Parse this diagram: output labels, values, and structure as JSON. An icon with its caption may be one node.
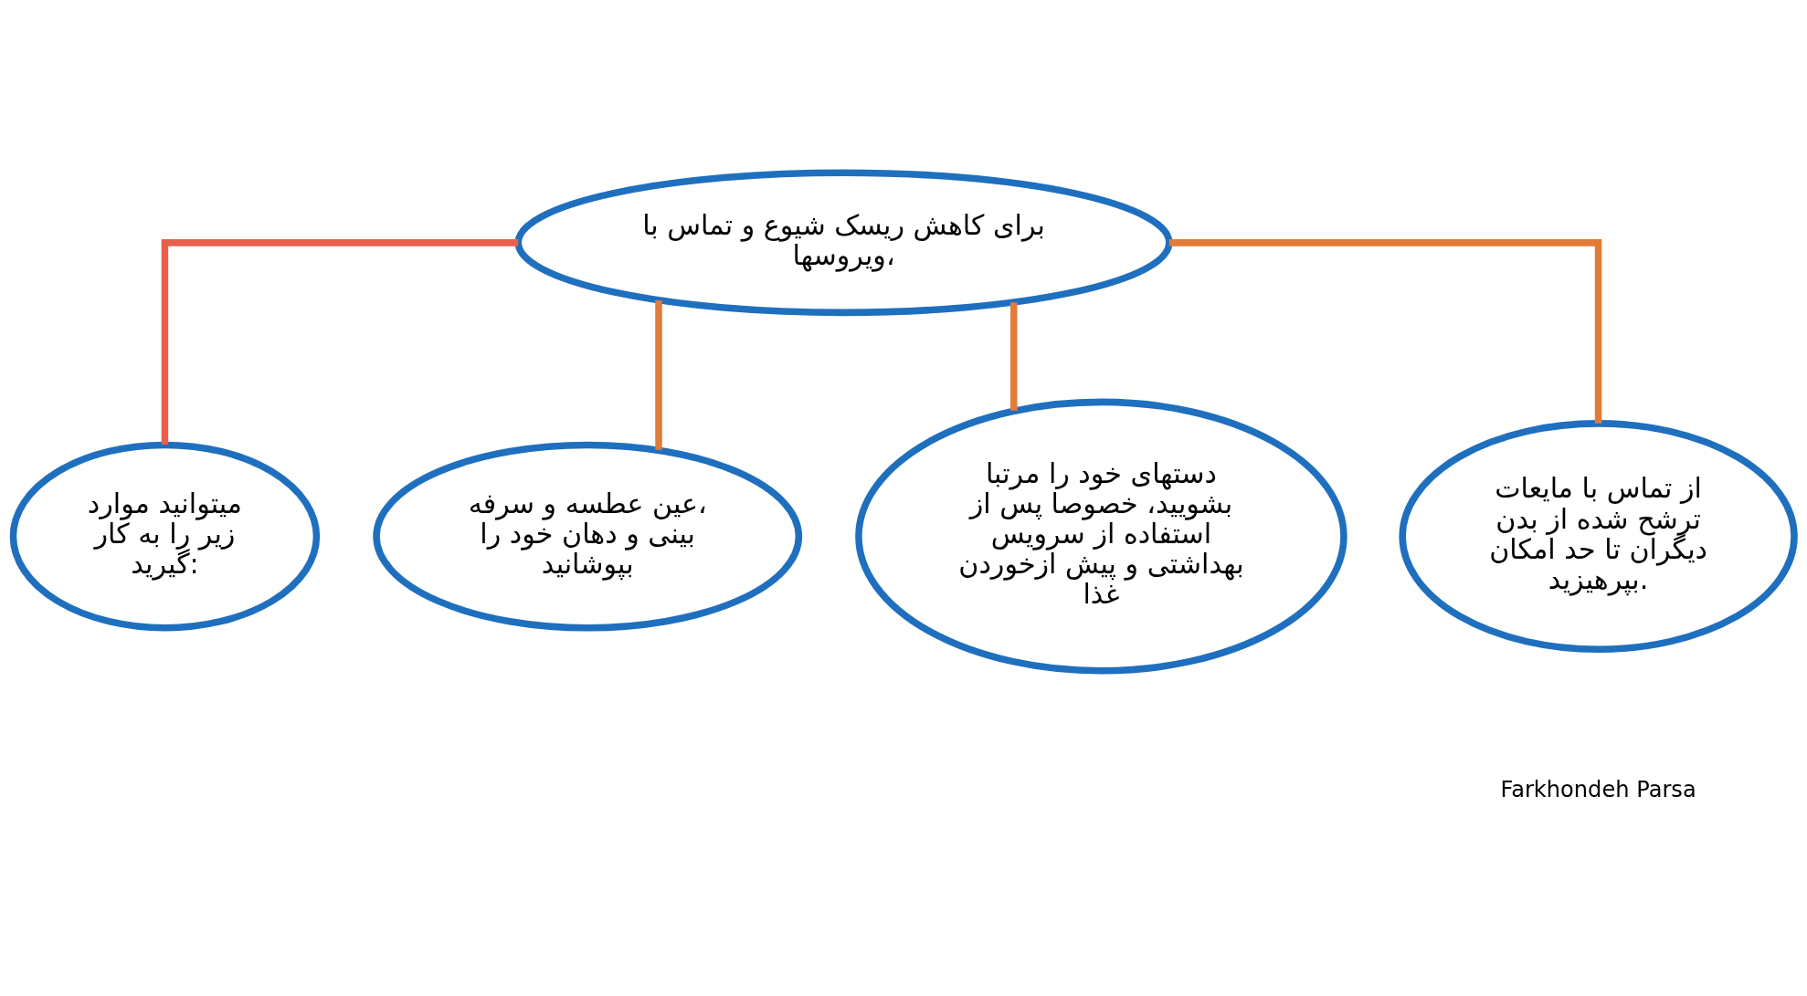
{
  "diagram": {
    "nodes": [
      {
        "text": [
          "برای کاهش ریسک شیوع و تماس با ویروسها،"
        ]
      },
      {
        "text": [
          "میتوانید موارد زیر را به کار گیرید:"
        ]
      },
      {
        "text": [
          "عین عطسه و سرفه، بینی و دهان خود را بپوشانید"
        ]
      },
      {
        "text": [
          "دستهای خود را مرتبا بشویید، خصوصا پس از استفاده از سرویس بهداشتی و پیش ازخوردن غذا"
        ]
      },
      {
        "text": [
          "از تماس با مایعات ترشح شده از بدن دیگران تا حد امکان بپرهیزید."
        ]
      }
    ],
    "edges": [
      {
        "from": 0,
        "to": 1,
        "arrow": "none",
        "color": "#e8604c"
      },
      {
        "from": 0,
        "to": 2,
        "arrow": "none"
      },
      {
        "from": 0,
        "to": 3,
        "arrow": "none"
      },
      {
        "from": 0,
        "to": 4,
        "arrow": "none"
      }
    ],
    "labels": [
      "Farkhondeh Parsa"
    ]
  }
}
